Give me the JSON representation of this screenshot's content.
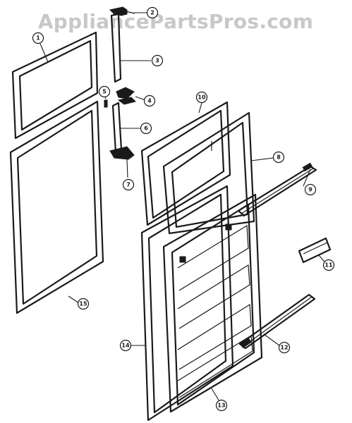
{
  "watermark": "AppliancePartsPros.com",
  "colors": {
    "ink": "#1a1a1a",
    "watermark": "#c8c8c8",
    "background": "#ffffff"
  },
  "callouts": [
    {
      "id": "c1",
      "label": "1"
    },
    {
      "id": "c2",
      "label": "2"
    },
    {
      "id": "c3",
      "label": "3"
    },
    {
      "id": "c4",
      "label": "4"
    },
    {
      "id": "c5",
      "label": "5"
    },
    {
      "id": "c6",
      "label": "6"
    },
    {
      "id": "c7",
      "label": "7"
    },
    {
      "id": "c8",
      "label": "8"
    },
    {
      "id": "c9",
      "label": "9"
    },
    {
      "id": "c10",
      "label": "10"
    },
    {
      "id": "c11",
      "label": "11"
    },
    {
      "id": "c12",
      "label": "12"
    },
    {
      "id": "c13",
      "label": "13"
    },
    {
      "id": "c14",
      "label": "14"
    },
    {
      "id": "c15",
      "label": "15"
    }
  ]
}
